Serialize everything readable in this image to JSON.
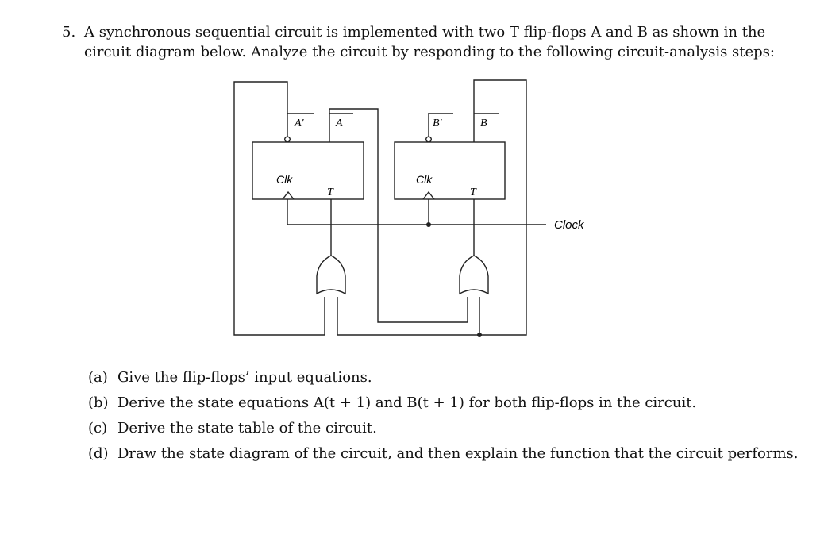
{
  "question": {
    "number": "5.",
    "text": "A synchronous sequential circuit is implemented with two T flip-flops A and B as shown in the circuit diagram below. Analyze the circuit by responding to the following circuit-analysis steps:"
  },
  "diagram": {
    "ff_a": {
      "q_bar": "A′",
      "q": "A",
      "clk": "Clk",
      "t": "T"
    },
    "ff_b": {
      "q_bar": "B′",
      "q": "B",
      "clk": "Clk",
      "t": "T"
    },
    "clock_label": "Clock"
  },
  "parts": [
    {
      "label": "(a)",
      "text": "Give the flip-flops’ input equations."
    },
    {
      "label": "(b)",
      "text": "Derive the state equations A(t + 1) and B(t + 1) for both flip-flops in the circuit."
    },
    {
      "label": "(c)",
      "text": "Derive the state table of the circuit."
    },
    {
      "label": "(d)",
      "text": "Draw the state diagram of the circuit, and then explain the function that the circuit performs."
    }
  ]
}
